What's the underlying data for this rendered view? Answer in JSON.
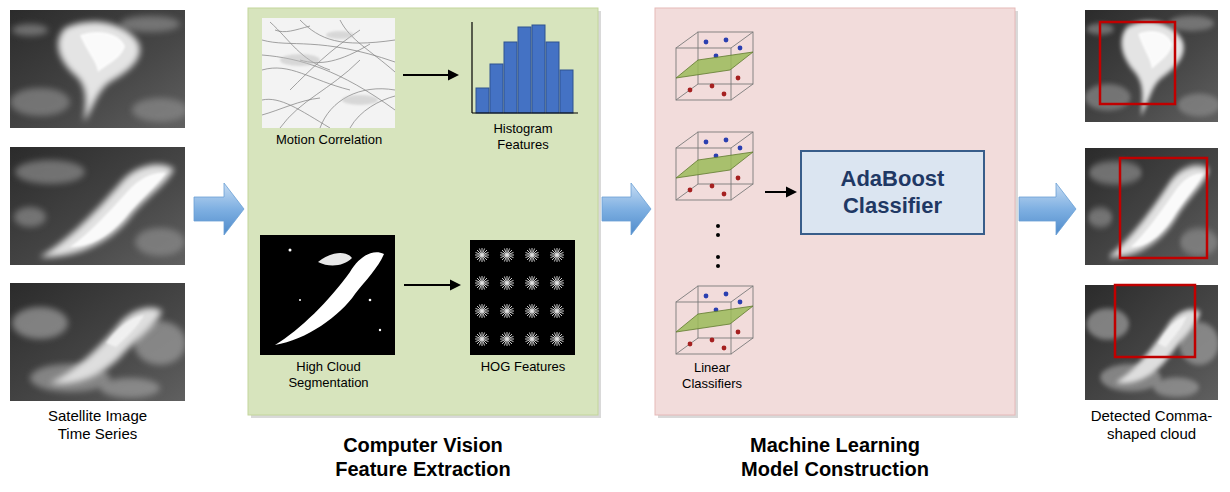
{
  "diagram": {
    "nodes": [
      {
        "text": [
          "Satellite Image Time Series"
        ]
      },
      {
        "text": [
          "Computer Vision Feature Extraction"
        ]
      },
      {
        "text": [
          "Motion Correlation"
        ],
        "in": 1
      },
      {
        "text": [
          "Histogram Features"
        ],
        "in": 1
      },
      {
        "text": [
          "High Cloud Segmentation"
        ],
        "in": 1
      },
      {
        "text": [
          "HOG Features"
        ],
        "in": 1
      },
      {
        "text": [
          "Machine Learning Model Construction"
        ]
      },
      {
        "text": [
          "Linear Classifiers"
        ],
        "in": 6
      },
      {
        "text": [
          "AdaBoost Classifier"
        ],
        "in": 6
      },
      {
        "text": [
          "Detected Comma-shaped cloud"
        ]
      }
    ],
    "edges": [
      {
        "from": 0,
        "to": 1,
        "arrow": "to"
      },
      {
        "from": 2,
        "to": 3,
        "arrow": "to"
      },
      {
        "from": 4,
        "to": 5,
        "arrow": "to"
      },
      {
        "from": 1,
        "to": 6,
        "arrow": "to"
      },
      {
        "from": 7,
        "to": 8,
        "arrow": "to"
      },
      {
        "from": 6,
        "to": 9,
        "arrow": "to"
      }
    ]
  }
}
